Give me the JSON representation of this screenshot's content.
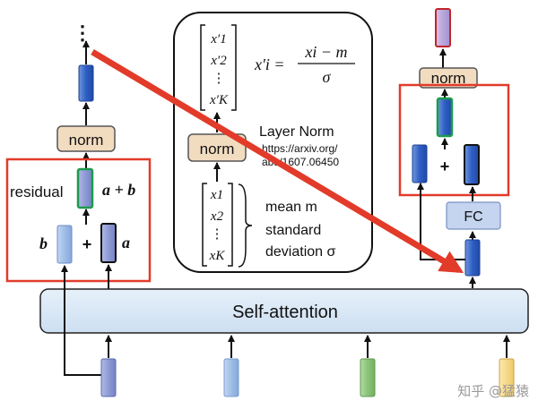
{
  "left": {
    "norm_label": "norm",
    "residual_label": "residual",
    "sum_label": "a + b",
    "b_label": "b",
    "a_label": "a",
    "plus": "+"
  },
  "center": {
    "xprime": [
      "x′1",
      "x′2",
      "⋮",
      "x′K"
    ],
    "formula_lhs": "x′i =",
    "formula_num": "xi − m",
    "formula_den": "σ",
    "norm_label": "norm",
    "layer_norm": "Layer Norm",
    "url_line1": "https://arxiv.org/",
    "url_line2": "abs/1607.06450",
    "x": [
      "x1",
      "x2",
      "⋮",
      "xK"
    ],
    "mean": "mean m",
    "std1": "standard",
    "std2": "deviation σ"
  },
  "right": {
    "norm_label": "norm",
    "plus": "+",
    "fc_label": "FC"
  },
  "self_attention": "Self-attention",
  "watermark": "知乎 @猛猿",
  "dots": "⋮",
  "colors": {
    "red": "#e23b2a",
    "norm_fill": "#f2dcc0",
    "blue_dark": "#2f5ec4",
    "blue_light": "#9fbde6",
    "lavender": "#8e9ad4",
    "green": "#8cc37a",
    "yellow": "#f7d98a",
    "sa_fill": "#dbe8f6",
    "fc_fill": "#c5d4ef"
  }
}
